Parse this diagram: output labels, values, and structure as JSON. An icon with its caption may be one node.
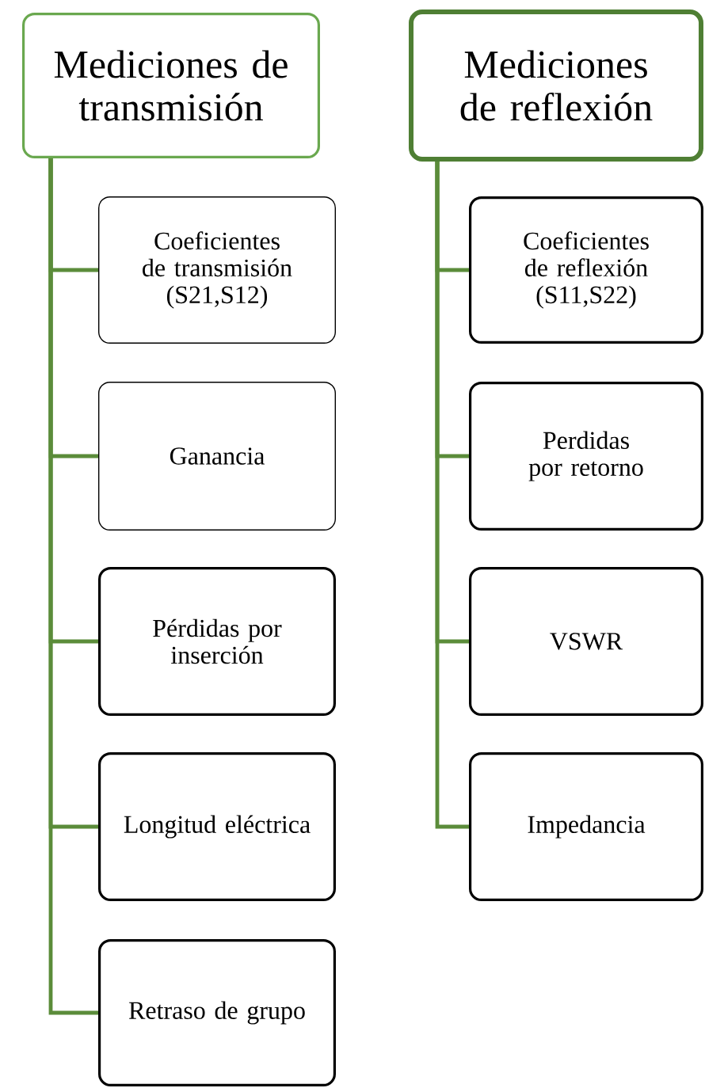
{
  "diagram": {
    "nodes": [
      {
        "text": [
          "Mediciones de transmisión"
        ]
      },
      {
        "text": [
          "Coeficientes de transmisión (S21,S12)"
        ]
      },
      {
        "text": [
          "Ganancia"
        ]
      },
      {
        "text": [
          "Pérdidas por inserción"
        ]
      },
      {
        "text": [
          "Longitud eléctrica"
        ]
      },
      {
        "text": [
          "Retraso de grupo"
        ]
      },
      {
        "text": [
          "Mediciones de reflexión"
        ]
      },
      {
        "text": [
          "Coeficientes de reflexión (S11,S22)"
        ]
      },
      {
        "text": [
          "Perdidas por retorno"
        ]
      },
      {
        "text": [
          "VSWR"
        ]
      },
      {
        "text": [
          "Impedancia"
        ]
      }
    ],
    "edges": [
      {
        "from": 0,
        "to": 1,
        "arrow": "none"
      },
      {
        "from": 0,
        "to": 2,
        "arrow": "none"
      },
      {
        "from": 0,
        "to": 3,
        "arrow": "none"
      },
      {
        "from": 0,
        "to": 4,
        "arrow": "none"
      },
      {
        "from": 0,
        "to": 5,
        "arrow": "none"
      },
      {
        "from": 6,
        "to": 7,
        "arrow": "none"
      },
      {
        "from": 6,
        "to": 8,
        "arrow": "none"
      },
      {
        "from": 6,
        "to": 9,
        "arrow": "none"
      },
      {
        "from": 6,
        "to": 10,
        "arrow": "none"
      }
    ]
  }
}
